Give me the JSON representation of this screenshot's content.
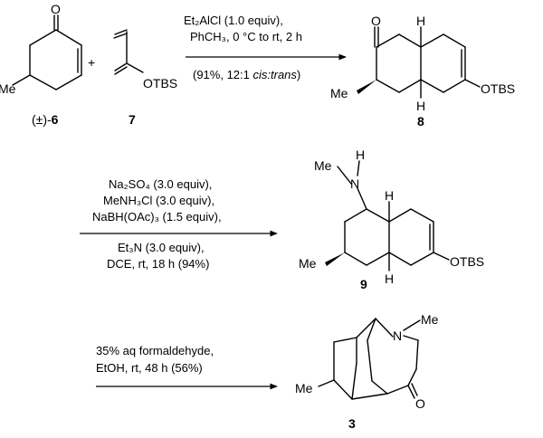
{
  "step1": {
    "conditions": [
      "Et₂AlCl (1.0 equiv),",
      "PhCH₃, 0 °C to rt, 2 h"
    ],
    "yield_prefix": "(91%, 12:1 ",
    "yield_italic": "cis:trans",
    "yield_suffix": ")",
    "reagent_label": "(±)-",
    "reagent_number": "6",
    "diene_number": "7",
    "plus": "+",
    "product_number": "8"
  },
  "step2": {
    "conditions_above": [
      "Na₂SO₄ (3.0 equiv),",
      "MeNH₃Cl (3.0 equiv),",
      "NaBH(OAc)₃ (1.5 equiv),"
    ],
    "conditions_below": [
      "Et₃N (3.0 equiv),",
      "DCE, rt, 18 h (94%)"
    ],
    "product_number": "9"
  },
  "step3": {
    "conditions": [
      "35% aq formaldehyde,",
      "EtOH, rt, 48 h (56%)"
    ],
    "product_number": "3"
  },
  "atoms": {
    "O": "O",
    "H": "H",
    "N": "N",
    "Me": "Me",
    "OTBS": "OTBS"
  }
}
